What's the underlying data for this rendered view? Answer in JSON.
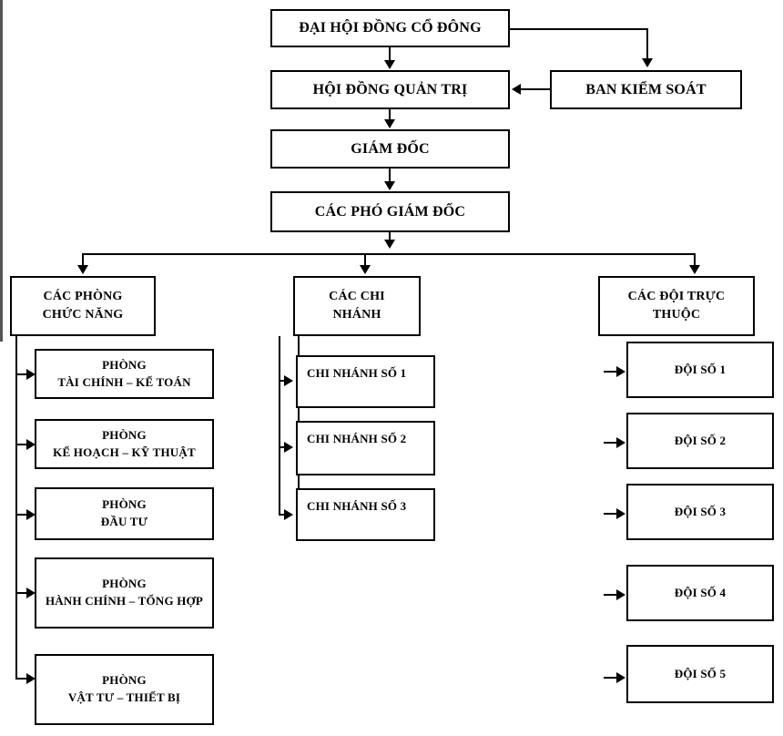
{
  "diagram": {
    "type": "organizational-chart",
    "language": "vi",
    "colors": {
      "background": "#ffffff",
      "border": "#000000",
      "text": "#000000",
      "connector": "#000000",
      "connector_light": "#555555"
    },
    "levels": {
      "level1": {
        "shareholders_meeting": "ĐẠI HỘI ĐỒNG CỔ ĐÔNG"
      },
      "level2": {
        "board_of_management": "HỘI ĐỒNG QUẢN TRỊ",
        "supervisory_board": "BAN KIỂM SOÁT"
      },
      "level3": {
        "director": "GIÁM ĐỐC"
      },
      "level4": {
        "deputy_directors": "CÁC PHÓ GIÁM ĐỐC"
      }
    },
    "columns": [
      {
        "id": "functional-departments",
        "header": "CÁC PHÒNG\nCHỨC NĂNG",
        "children": [
          "PHÒNG\nTÀI CHÍNH – KẾ TOÁN",
          "PHÒNG\nKẾ HOẠCH – KỸ THUẬT",
          "PHÒNG\nĐẦU TƯ",
          "PHÒNG\nHÀNH CHÍNH – TỔNG HỢP",
          "PHÒNG\nVẬT TƯ – THIẾT BỊ"
        ]
      },
      {
        "id": "branches",
        "header": "CÁC CHI\nNHÁNH",
        "children": [
          "CHI NHÁNH SỐ 1",
          "CHI NHÁNH SỐ 2",
          "CHI NHÁNH SỐ 3"
        ]
      },
      {
        "id": "subordinate-teams",
        "header": "CÁC ĐỘI TRỰC\nTHUỘC",
        "children": [
          "ĐỘI SỐ 1",
          "ĐỘI SỐ 2",
          "ĐỘI SỐ 3",
          "ĐỘI SỐ 4",
          "ĐỘI SỐ 5"
        ]
      }
    ]
  }
}
